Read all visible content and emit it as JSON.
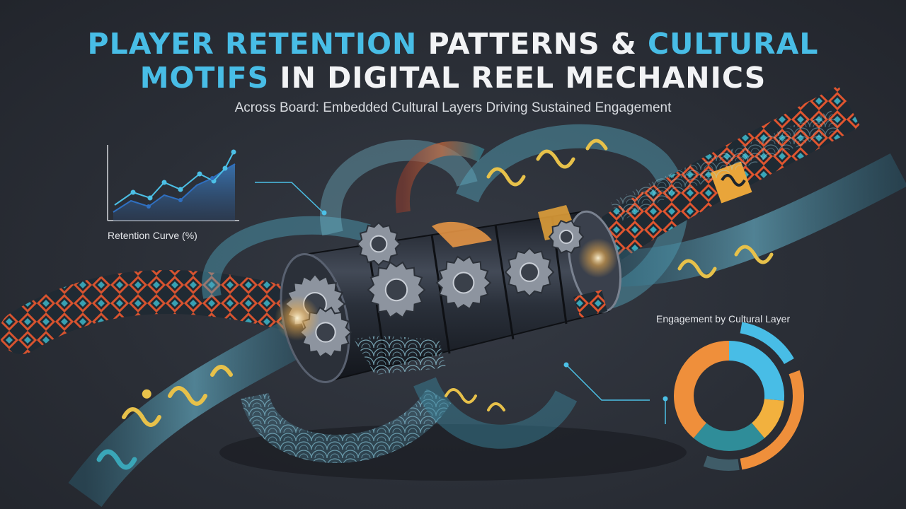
{
  "header": {
    "title_line1_part1": "Player Retention",
    "title_line1_part2": " Patterns & ",
    "title_line1_part3": "Cultural",
    "title_line2_part1": "Motifs",
    "title_line2_part2": " in Digital Reel Mechanics",
    "subtitle": "Across Board: Embedded Cultural Layers Driving Sustained Engagement"
  },
  "retention_chart": {
    "label": "Retention Curve (%)"
  },
  "engagement_chart": {
    "label": "Engagement by Cultural Layer"
  },
  "colors": {
    "accent": "#48bde6",
    "orange": "#ef8f3b",
    "gold": "#f2b13e",
    "teal": "#2f8d99",
    "slate": "#3f5c68",
    "background": "#2a2e36"
  },
  "icons": [
    "gear-icon",
    "wave-motif-icon",
    "glyph-motif-icon",
    "diamond-pattern-icon"
  ]
}
